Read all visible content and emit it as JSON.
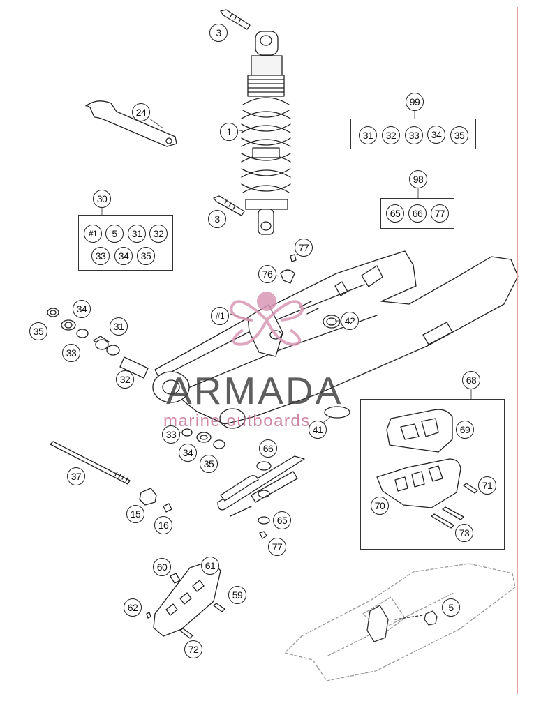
{
  "callouts": {
    "c3_top": "3",
    "c24": "24",
    "c1": "1",
    "c99": "99",
    "k99_31": "31",
    "k99_32": "32",
    "k99_33": "33",
    "k99_34": "34",
    "k99_35": "35",
    "c98": "98",
    "k98_65": "65",
    "k98_66": "66",
    "k98_77": "77",
    "c30": "30",
    "k30_h1": "#1",
    "k30_5": "5",
    "k30_31": "31",
    "k30_32": "32",
    "k30_33": "33",
    "k30_34": "34",
    "k30_35": "35",
    "c3_bottom": "3",
    "c77_top": "77",
    "c76": "76",
    "c42": "42",
    "c_h1": "#1",
    "c34_left": "34",
    "c35_left": "35",
    "c31_left": "31",
    "c33_left": "33",
    "c32_left": "32",
    "c68": "68",
    "c69": "69",
    "c41": "41",
    "c33_mid": "33",
    "c34_mid": "34",
    "c35_mid": "35",
    "c66": "66",
    "c71": "71",
    "c70": "70",
    "c37": "37",
    "c73": "73",
    "c65": "65",
    "c15": "15",
    "c16": "16",
    "c77_bottom": "77",
    "c60": "60",
    "c61": "61",
    "c59": "59",
    "c5": "5",
    "c62": "62",
    "c72": "72"
  },
  "watermark": {
    "title": "ARMADA",
    "subtitle": "marine outboards",
    "color": "#c46a92"
  }
}
